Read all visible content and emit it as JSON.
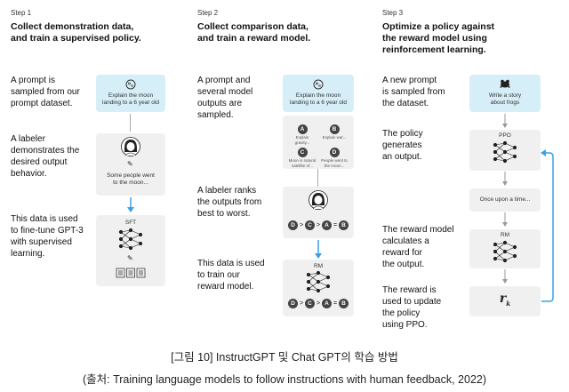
{
  "steps": [
    {
      "label": "Step 1",
      "title_line1": "Collect demonstration data,",
      "title_line2": "and train a supervised policy.",
      "descs": [
        "A prompt is\nsampled from our\nprompt dataset.",
        "A labeler\ndemonstrates the\ndesired output\nbehavior.",
        "This data is used\nto fine-tune GPT-3\nwith supervised\nlearning."
      ],
      "prompt_card": "Explain the moon\nlanding to a 6 year old",
      "demo_text": "Some people went\nto the moon...",
      "model_label": "SFT"
    },
    {
      "label": "Step 2",
      "title_line1": "Collect comparison data,",
      "title_line2": "and train a reward model.",
      "descs": [
        "A prompt and\nseveral model\noutputs are\nsampled.",
        "A labeler ranks\nthe outputs from\nbest to worst.",
        "This data is used\nto train our\nreward model."
      ],
      "prompt_card": "Explain the moon\nlanding to a 6 year old",
      "outputs": [
        {
          "letter": "A",
          "text": "Explain gravity..."
        },
        {
          "letter": "B",
          "text": "Explain war..."
        },
        {
          "letter": "C",
          "text": "Moon is natural\nsatellite of..."
        },
        {
          "letter": "D",
          "text": "People went to\nthe moon..."
        }
      ],
      "ranking": [
        "D",
        ">",
        "C",
        ">",
        "A",
        "=",
        "B"
      ],
      "model_label": "RM"
    },
    {
      "label": "Step 3",
      "title_line1": "Optimize a policy against",
      "title_line2": "the reward model using",
      "title_line3": "reinforcement learning.",
      "descs": [
        "A new prompt\nis sampled from\nthe dataset.",
        "The policy\ngenerates\nan output.",
        "The reward model\ncalculates a\nreward for\nthe output.",
        "The reward is\nused to update\nthe policy\nusing PPO."
      ],
      "prompt_card": "Write a story\nabout frogs",
      "policy_label": "PPO",
      "output_text": "Once upon a time...",
      "rm_label": "RM",
      "reward_symbol": "r",
      "reward_sub": "k"
    }
  ],
  "caption_line1": "[그림 10] InstructGPT 및 Chat GPT의 학습 방법",
  "caption_line2": "(출처: Training language models to follow instructions with human feedback, 2022)",
  "icons": {
    "prompt": "moon-icon",
    "frog": "frog-icon",
    "labeler": "person-icon",
    "pencil": "pencil-icon",
    "docs": "document-icon",
    "network": "neural-network-icon"
  },
  "colors": {
    "blue_arrow": "#3aa0e6",
    "blue_box": "#d6eef7",
    "grey_box": "#f0f0f0"
  }
}
